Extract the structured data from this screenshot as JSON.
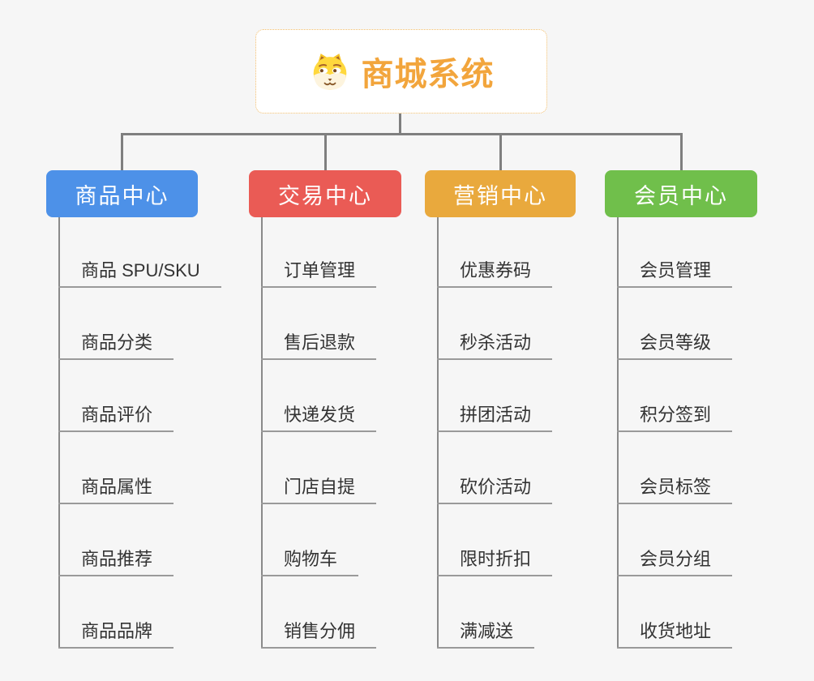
{
  "root": {
    "label": "商城系统",
    "icon": "dog-face",
    "text_color": "#f2a53c",
    "border_color": "#f2bd6b",
    "background": "#ffffff"
  },
  "branches": [
    {
      "label": "商品中心",
      "color": "#4d91e8",
      "children": [
        "商品 SPU/SKU",
        "商品分类",
        "商品评价",
        "商品属性",
        "商品推荐",
        "商品品牌"
      ]
    },
    {
      "label": "交易中心",
      "color": "#ea5b55",
      "children": [
        "订单管理",
        "售后退款",
        "快递发货",
        "门店自提",
        "购物车",
        "销售分佣"
      ]
    },
    {
      "label": "营销中心",
      "color": "#e9a93d",
      "children": [
        "优惠券码",
        "秒杀活动",
        "拼团活动",
        "砍价活动",
        "限时折扣",
        "满减送"
      ]
    },
    {
      "label": "会员中心",
      "color": "#70bf4b",
      "children": [
        "会员管理",
        "会员等级",
        "积分签到",
        "会员标签",
        "会员分组",
        "收货地址"
      ]
    }
  ],
  "connector_color": "#7f7f7f",
  "page_background": "#f6f6f6"
}
